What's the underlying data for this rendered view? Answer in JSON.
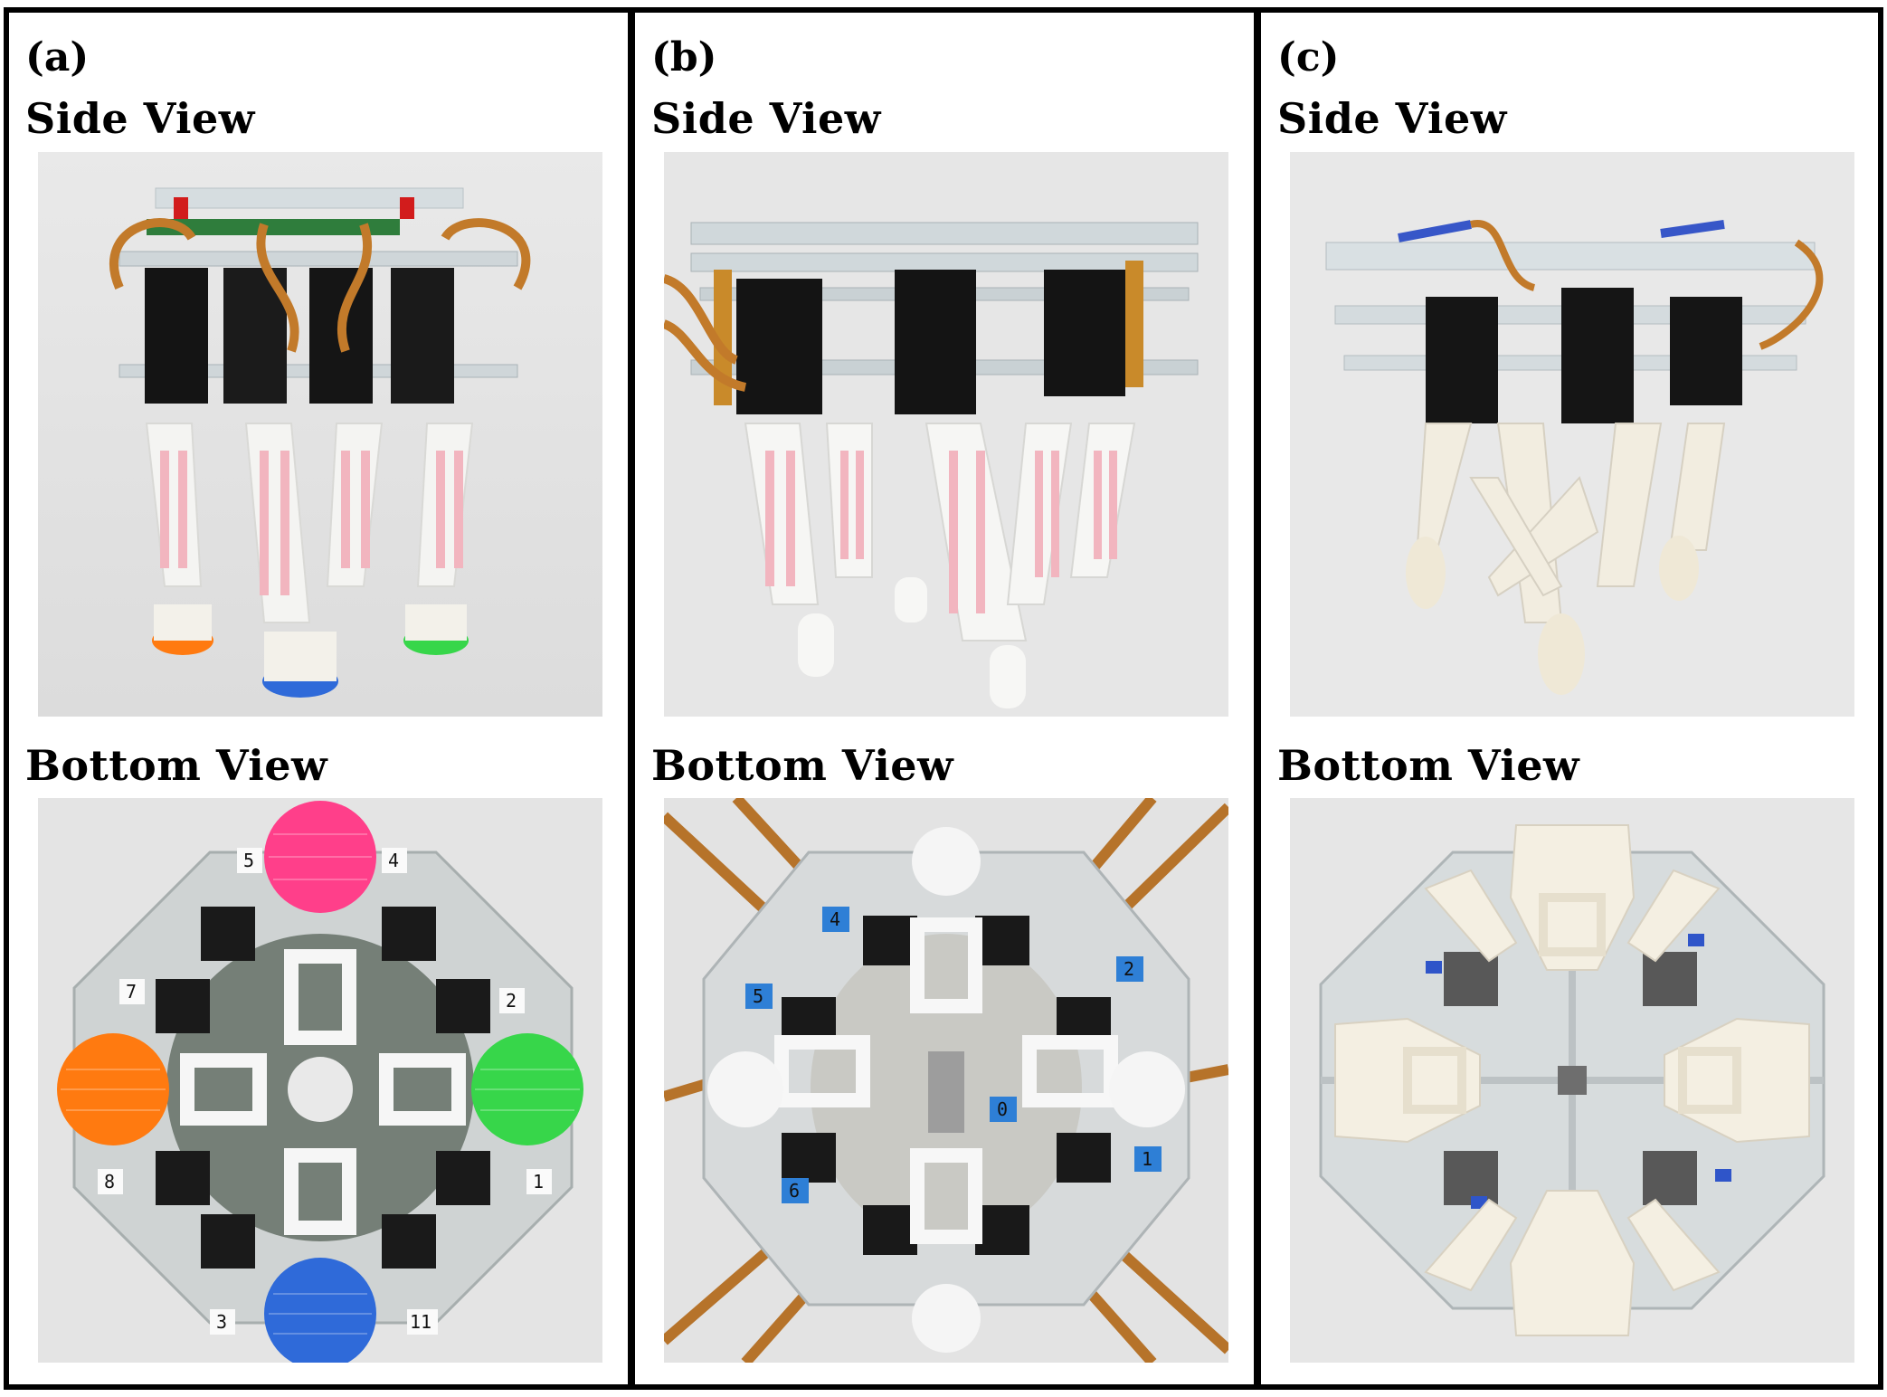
{
  "panels": [
    {
      "letter": "(a)",
      "side_label": "Side View",
      "bottom_label": "Bottom View",
      "feet_colors": [
        "#ff7a10",
        "#2f6ad9",
        "#37d64a",
        "#ff3f8a"
      ],
      "leg_numbers": [
        "5",
        "4",
        "7",
        "2",
        "8",
        "1",
        "3",
        "11"
      ]
    },
    {
      "letter": "(b)",
      "side_label": "Side View",
      "bottom_label": "Bottom View",
      "leg_numbers": [
        "4",
        "2",
        "5",
        "0",
        "6",
        "1"
      ]
    },
    {
      "letter": "(c)",
      "side_label": "Side View",
      "bottom_label": "Bottom View"
    }
  ]
}
